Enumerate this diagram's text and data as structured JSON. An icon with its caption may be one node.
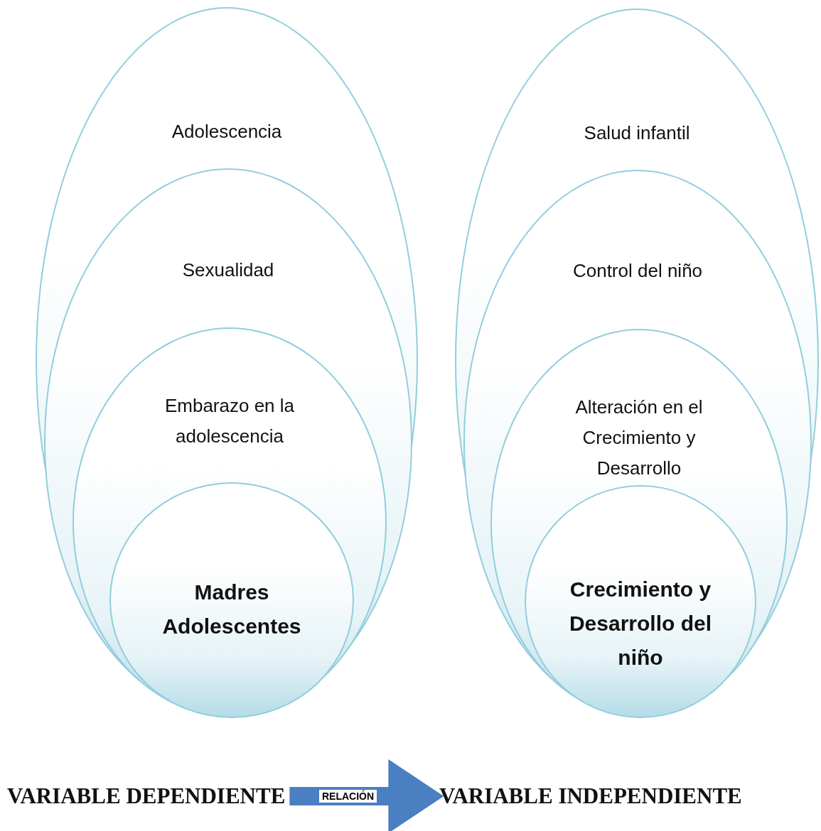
{
  "diagram": {
    "nodes": [
      {
        "text": [
          "Adolescencia"
        ]
      },
      {
        "text": [
          "Sexualidad"
        ],
        "in": 0
      },
      {
        "text": [
          "Embarazo en la adolescencia"
        ],
        "in": 1
      },
      {
        "text": [
          "Madres Adolescentes"
        ],
        "in": 2
      },
      {
        "text": [
          "Salud infantil"
        ]
      },
      {
        "text": [
          "Control del niño"
        ],
        "in": 4
      },
      {
        "text": [
          "Alteración en el Crecimiento y Desarrollo"
        ],
        "in": 5
      },
      {
        "text": [
          "Crecimiento y Desarrollo del niño"
        ],
        "in": 6
      },
      {
        "text": [
          "VARIABLE DEPENDIENTE"
        ]
      },
      {
        "text": [
          "VARIABLE INDEPENDIENTE"
        ]
      }
    ],
    "edges": [
      {
        "from": 8,
        "to": 9,
        "arrow": "to",
        "label": "RELACIÓN"
      }
    ]
  }
}
